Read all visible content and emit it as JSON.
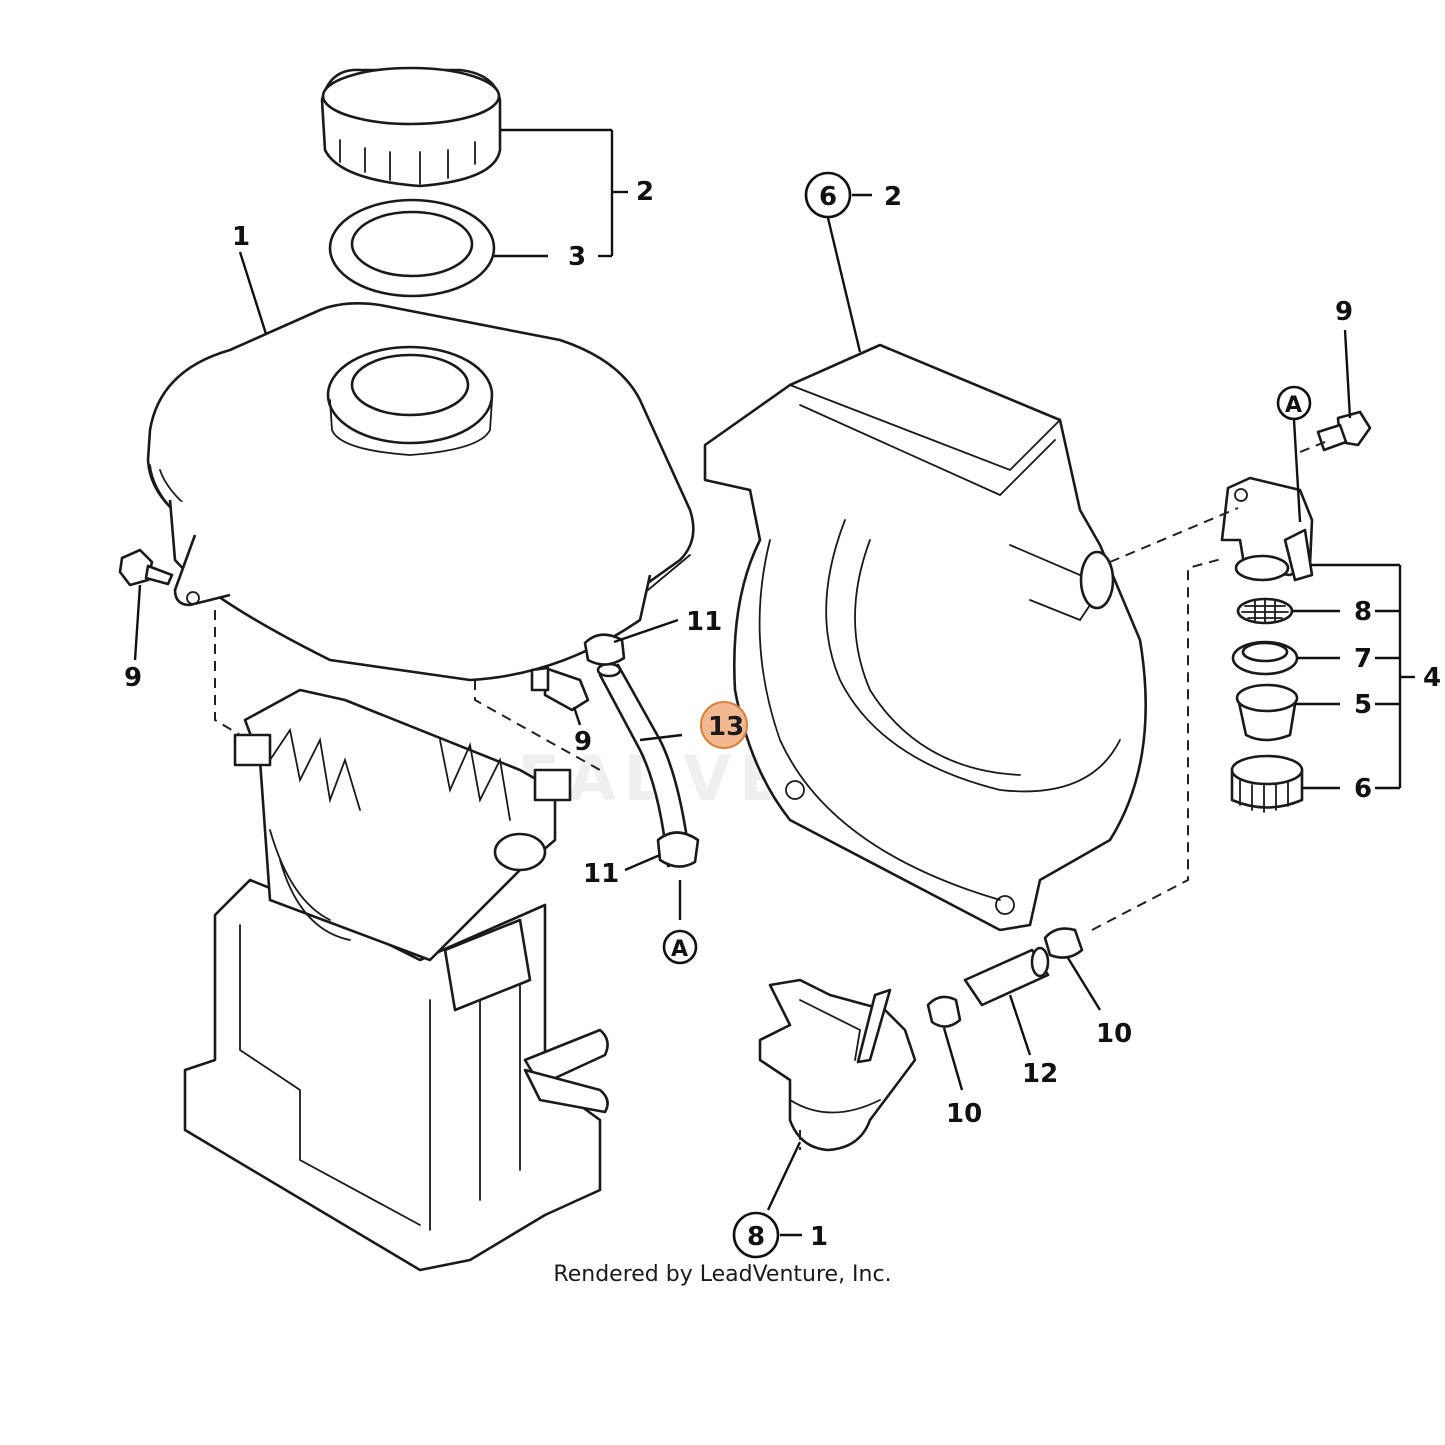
{
  "watermark": "LEADVENTURE",
  "credit": "Rendered by LeadVenture, Inc.",
  "highlight_color": "#f2b890",
  "callouts": {
    "tank": "1",
    "cap_group": "2",
    "cap_gasket": "3",
    "shroud_ref_circle": "6",
    "shroud_ref_num": "2",
    "bolt_tank_left": "9",
    "bolt_tank_mid": "9",
    "bolt_valve": "9",
    "clamp_upper": "11",
    "clamp_lower": "11",
    "fuel_line": "13",
    "ref_a_upper": "A",
    "ref_a_lower": "A",
    "valve_group": "4",
    "screen": "8",
    "gasket_7": "7",
    "bowl_5": "5",
    "nut_6": "6",
    "clamp_10_right": "10",
    "clamp_10_left": "10",
    "hose_12": "12",
    "carb_ref_circle": "8",
    "carb_ref_num": "1"
  }
}
